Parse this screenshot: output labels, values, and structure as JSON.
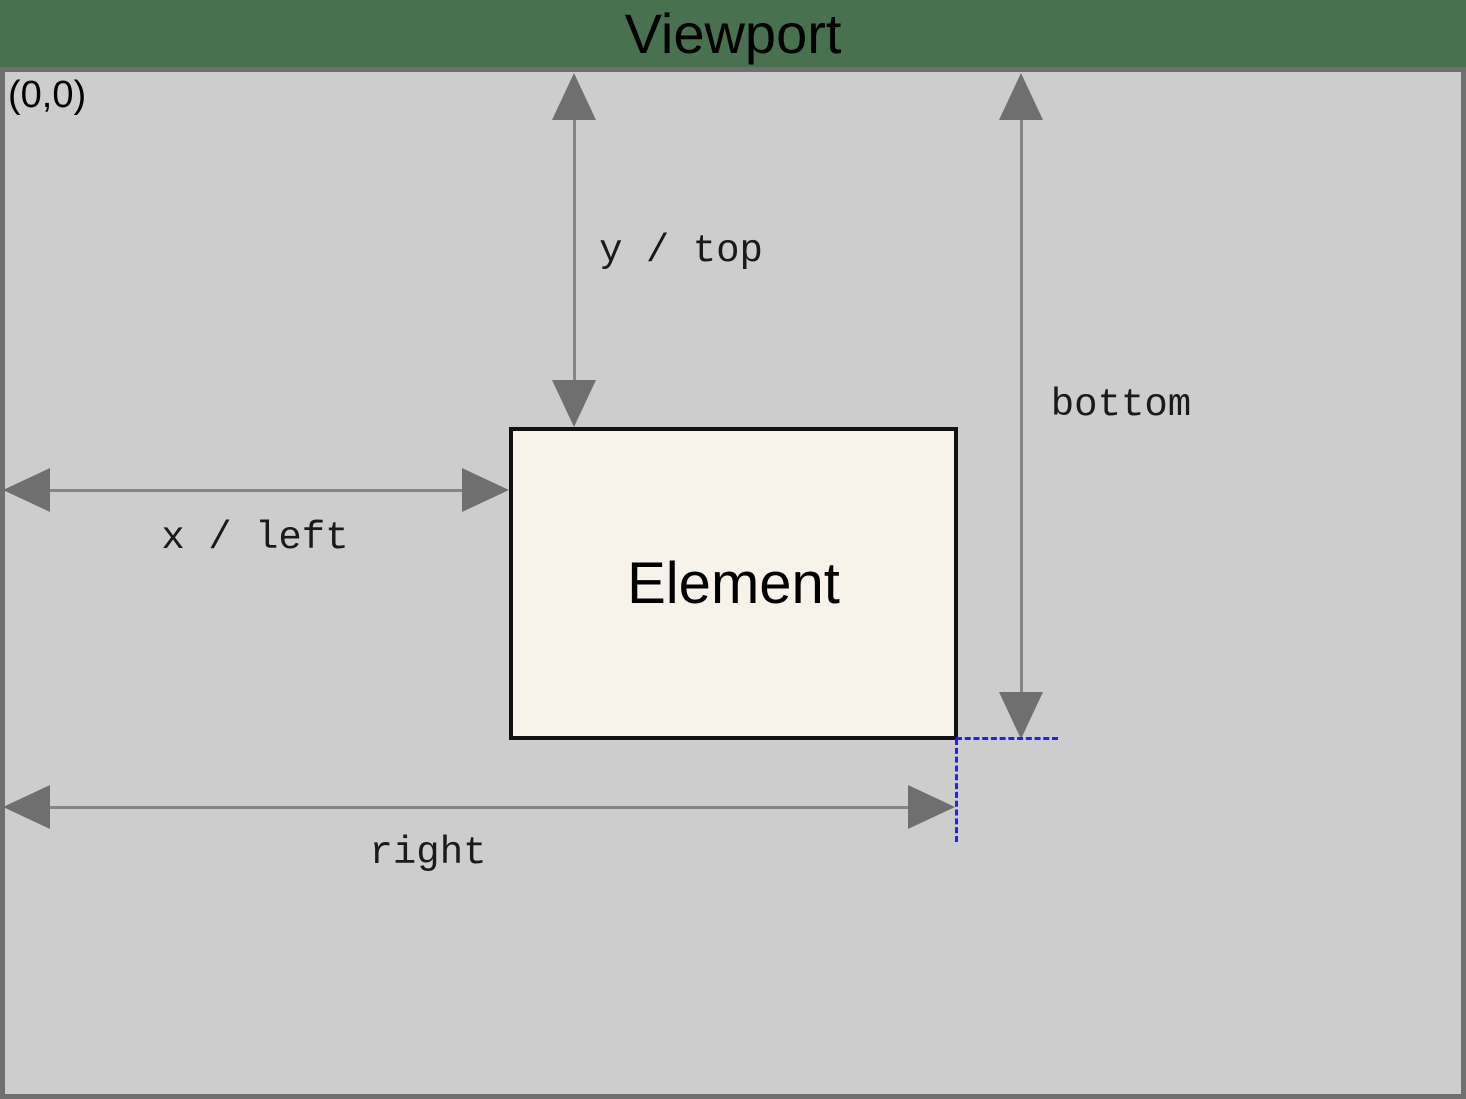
{
  "title": "Viewport",
  "origin_label": "(0,0)",
  "element": {
    "label": "Element"
  },
  "labels": {
    "y_top": "y / top",
    "bottom": "bottom",
    "x_left": "x / left",
    "right": "right"
  },
  "colors": {
    "page_background": "#48714F",
    "viewport_fill": "#CDCDCD",
    "viewport_border": "#6F6F6F",
    "element_fill": "#F7F3EB",
    "element_border": "#111111",
    "arrow_line": "#858585",
    "arrow_head": "#6F6F6F",
    "guide_dashed": "#1F1FFF"
  }
}
